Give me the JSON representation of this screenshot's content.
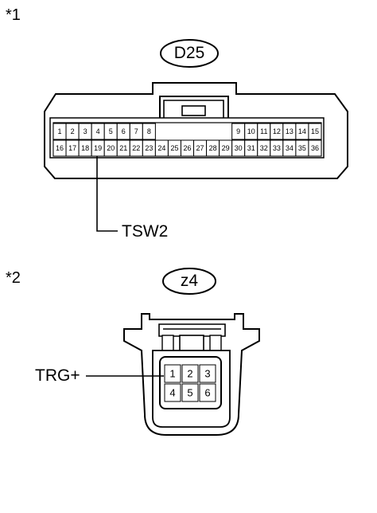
{
  "connector1": {
    "marker": "*1",
    "name": "D25",
    "pins_row1": [
      "1",
      "2",
      "3",
      "4",
      "5",
      "6",
      "7",
      "8",
      "",
      "",
      "",
      "",
      "",
      "",
      "9",
      "10",
      "11",
      "12",
      "13",
      "14",
      "15"
    ],
    "pins_row2": [
      "16",
      "17",
      "18",
      "19",
      "20",
      "21",
      "22",
      "23",
      "24",
      "25",
      "26",
      "27",
      "28",
      "29",
      "30",
      "31",
      "32",
      "33",
      "34",
      "35",
      "36"
    ],
    "signal": "TSW2"
  },
  "connector2": {
    "marker": "*2",
    "name": "z4",
    "pins_row1": [
      "1",
      "2",
      "3"
    ],
    "pins_row2": [
      "4",
      "5",
      "6"
    ],
    "signal": "TRG+"
  }
}
